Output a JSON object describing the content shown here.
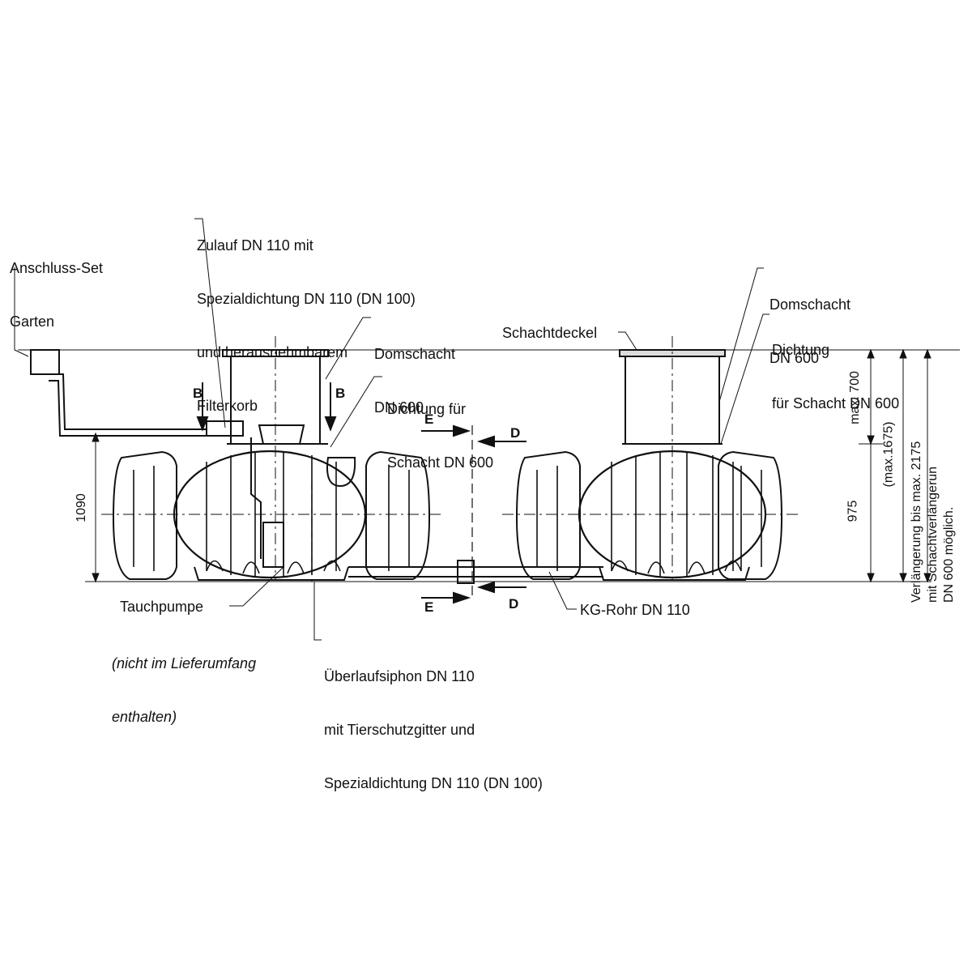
{
  "labels": {
    "anschluss": [
      "Anschluss-Set",
      "Garten"
    ],
    "zulauf": [
      "Zulauf DN 110 mit",
      "Spezialdichtung DN 110 (DN 100)",
      "und herausnehmbarem",
      "Filterkorb"
    ],
    "domschacht_left": [
      "Domschacht",
      "DN 600"
    ],
    "dichtung_left": [
      "Dichtung für",
      "Schacht DN 600"
    ],
    "domschacht_right": [
      "Domschacht",
      "DN 600"
    ],
    "dichtung_right": [
      "Dichtung",
      "für Schacht DN 600"
    ],
    "schachtdeckel": "Schachtdeckel",
    "tauchpumpe": "Tauchpumpe",
    "tauchpumpe_note": [
      "(nicht im Lieferumfang",
      "enthalten)"
    ],
    "ueberlauf": [
      "Überlaufsiphon DN 110",
      "mit Tierschutzgitter und",
      "Spezialdichtung DN 110 (DN 100)"
    ],
    "kg_rohr": "KG-Rohr DN 110"
  },
  "section_marks": {
    "b": "B",
    "e": "E",
    "d": "D"
  },
  "dimensions": {
    "height_left": "1090",
    "max_700": "max. 700",
    "height_right": "975",
    "max_1675": "(max.1675)",
    "extension_note": [
      "Verlängerung bis max. 2175",
      "mit Schachtverlängerun",
      "DN 600 möglich."
    ]
  }
}
